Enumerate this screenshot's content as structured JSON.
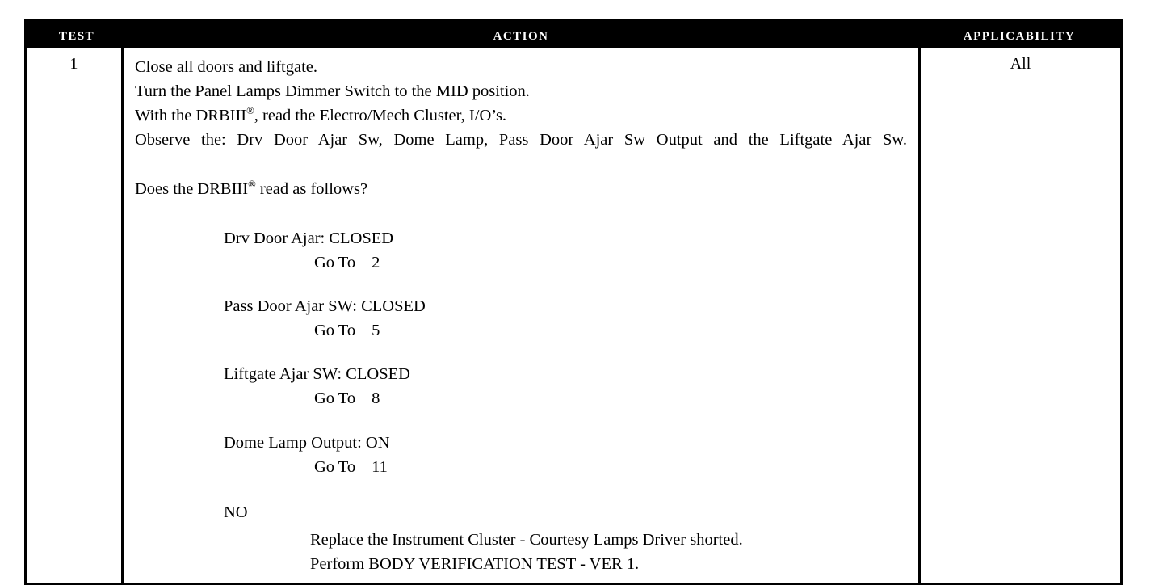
{
  "table": {
    "headers": {
      "test": "TEST",
      "action": "ACTION",
      "applicability": "APPLICABILITY"
    },
    "row": {
      "test_number": "1",
      "applicability": "All",
      "action": {
        "intro_lines": [
          "Close all doors and liftgate.",
          "Turn the Panel Lamps Dimmer Switch to the MID position."
        ],
        "drb_read_prefix": "With the DRBIII",
        "drb_read_suffix": ", read the Electro/Mech Cluster, I/O’s.",
        "observe_line": "Observe the: Drv Door Ajar Sw, Dome Lamp, Pass Door Ajar Sw Output and the Liftgate Ajar Sw.",
        "question_prefix": "Does the DRBIII",
        "question_suffix": " read as follows?",
        "registered_mark": "®",
        "results": [
          {
            "title": "Drv Door Ajar: CLOSED",
            "goto_label": "Go To",
            "goto_value": "2"
          },
          {
            "title": "Pass Door Ajar SW: CLOSED",
            "goto_label": "Go To",
            "goto_value": "5"
          },
          {
            "title": "Liftgate Ajar SW: CLOSED",
            "goto_label": "Go To",
            "goto_value": "8"
          },
          {
            "title": "Dome Lamp Output: ON",
            "goto_label": "Go To",
            "goto_value": "11"
          }
        ],
        "no_branch": {
          "label": "NO",
          "actions": [
            "Replace the Instrument Cluster - Courtesy Lamps Driver shorted.",
            "Perform BODY VERIFICATION TEST - VER 1."
          ]
        }
      }
    }
  },
  "colors": {
    "header_background": "#000000",
    "header_text": "#ffffff",
    "border": "#000000",
    "body_background": "#ffffff",
    "body_text": "#000000"
  }
}
